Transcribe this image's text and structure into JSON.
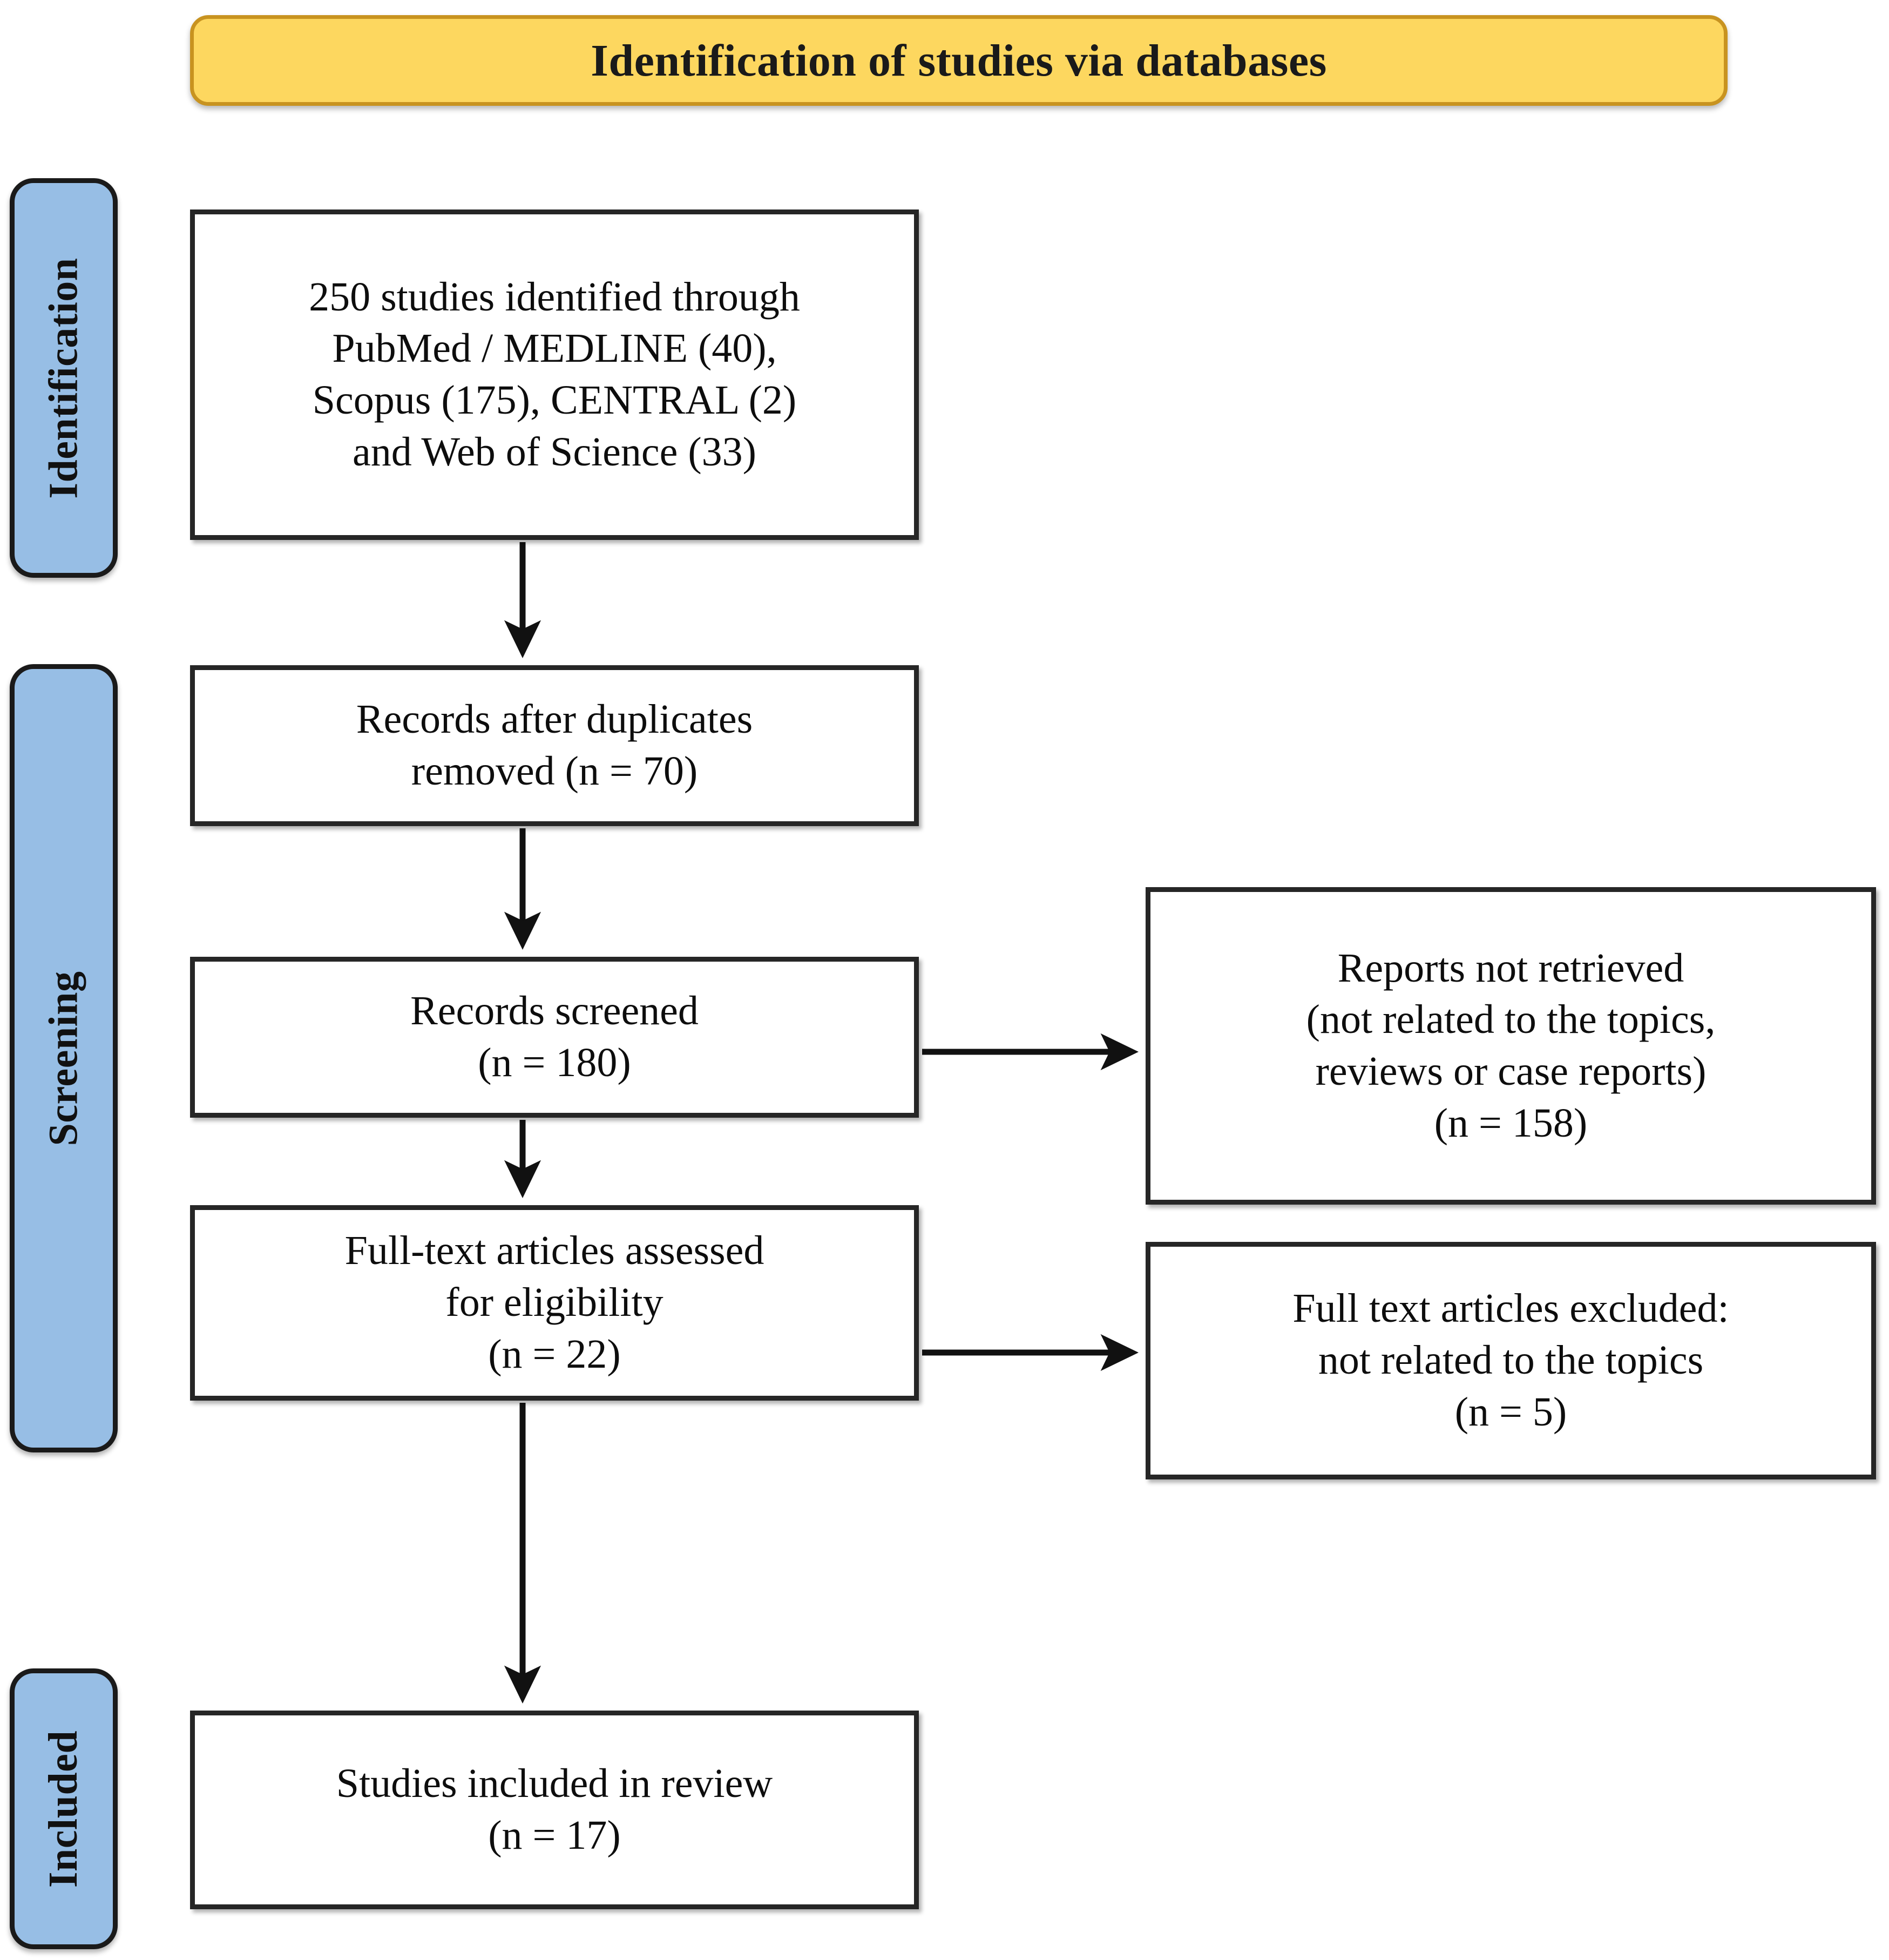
{
  "header": {
    "title": "Identification of studies via databases",
    "background_color": "#FDD75F",
    "border_color": "#C89320"
  },
  "stages": {
    "accent_color": "#97BEE5",
    "items": [
      {
        "key": "identification",
        "label": "Identification"
      },
      {
        "key": "screening",
        "label": "Screening"
      },
      {
        "key": "included",
        "label": "Included"
      }
    ]
  },
  "flow": {
    "boxes": [
      {
        "key": "identified",
        "text": "250 studies identified through\nPubMed / MEDLINE (40),\nScopus (175), CENTRAL (2)\nand Web of Science (33)"
      },
      {
        "key": "duplicates_removed",
        "text": "Records after duplicates\nremoved (n = 70)"
      },
      {
        "key": "records_screened",
        "text": "Records screened\n(n = 180)"
      },
      {
        "key": "fulltext_assessed",
        "text": "Full-text articles assessed\nfor eligibility\n(n = 22)"
      },
      {
        "key": "studies_included",
        "text": "Studies included in review\n(n = 17)"
      },
      {
        "key": "reports_not_retrieved",
        "text": "Reports not retrieved\n(not related to the topics,\nreviews or case reports)\n(n = 158)"
      },
      {
        "key": "fulltext_excluded",
        "text": "Full text articles excluded:\nnot related to the topics\n(n = 5)"
      }
    ]
  },
  "chart_data": {
    "type": "diagram",
    "title": "Identification of studies via databases",
    "stages": [
      "Identification",
      "Screening",
      "Included"
    ],
    "nodes": [
      {
        "id": "identified",
        "stage": "Identification",
        "label": "250 studies identified through PubMed / MEDLINE (40), Scopus (175), CENTRAL (2) and Web of Science (33)",
        "n": 250,
        "sources": [
          {
            "name": "PubMed / MEDLINE",
            "n": 40
          },
          {
            "name": "Scopus",
            "n": 175
          },
          {
            "name": "CENTRAL",
            "n": 2
          },
          {
            "name": "Web of Science",
            "n": 33
          }
        ]
      },
      {
        "id": "duplicates_removed",
        "stage": "Screening",
        "label": "Records after duplicates removed",
        "n": 70
      },
      {
        "id": "records_screened",
        "stage": "Screening",
        "label": "Records screened",
        "n": 180
      },
      {
        "id": "reports_not_retrieved",
        "stage": "Screening",
        "label": "Reports not retrieved (not related to the topics, reviews or case reports)",
        "n": 158
      },
      {
        "id": "fulltext_assessed",
        "stage": "Screening",
        "label": "Full-text articles assessed for eligibility",
        "n": 22
      },
      {
        "id": "fulltext_excluded",
        "stage": "Screening",
        "label": "Full text articles excluded: not related to the topics",
        "n": 5
      },
      {
        "id": "studies_included",
        "stage": "Included",
        "label": "Studies included in review",
        "n": 17
      }
    ],
    "edges": [
      {
        "from": "identified",
        "to": "duplicates_removed",
        "direction": "down"
      },
      {
        "from": "duplicates_removed",
        "to": "records_screened",
        "direction": "down"
      },
      {
        "from": "records_screened",
        "to": "reports_not_retrieved",
        "direction": "right"
      },
      {
        "from": "records_screened",
        "to": "fulltext_assessed",
        "direction": "down"
      },
      {
        "from": "fulltext_assessed",
        "to": "fulltext_excluded",
        "direction": "right"
      },
      {
        "from": "fulltext_assessed",
        "to": "studies_included",
        "direction": "down"
      }
    ]
  }
}
